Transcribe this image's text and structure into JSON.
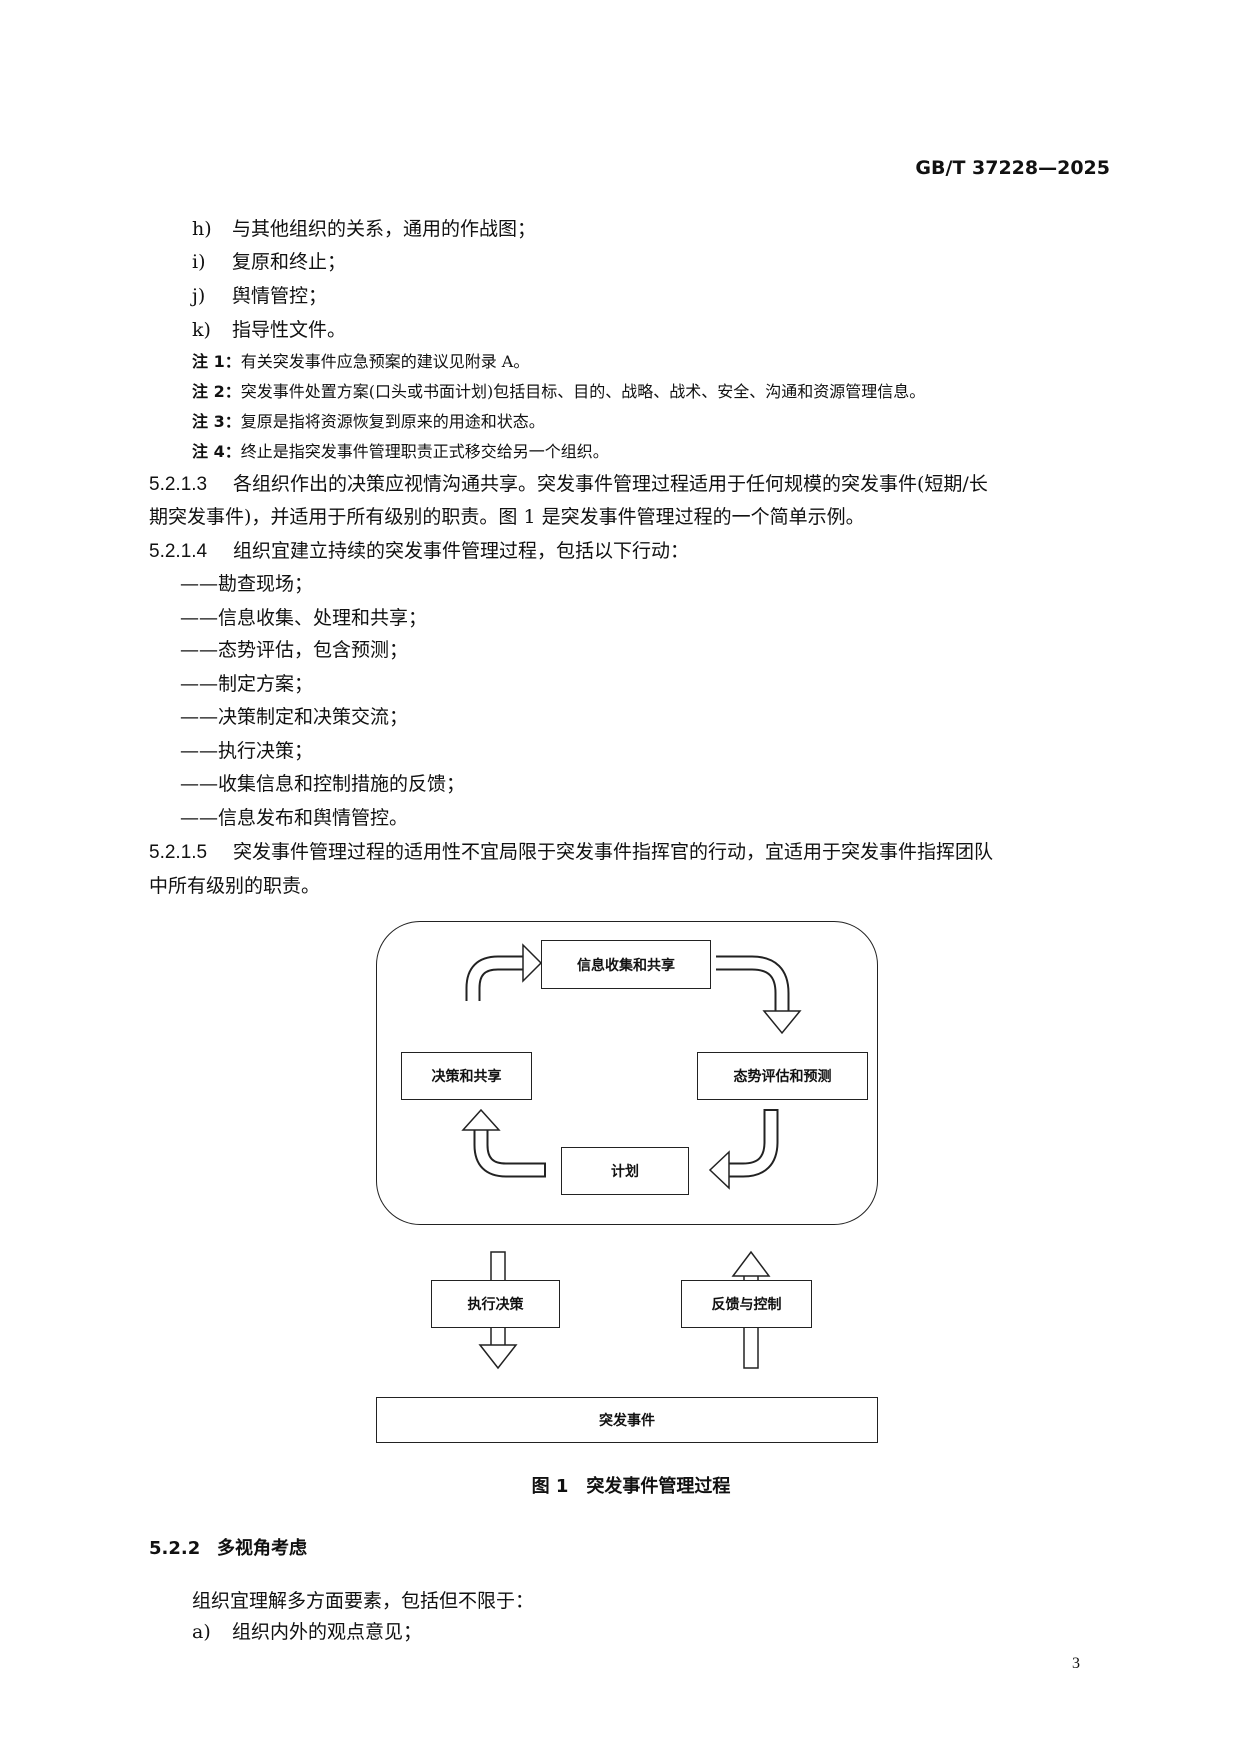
{
  "header": {
    "standard_number": "GB/T 37228—2025"
  },
  "list_items": [
    {
      "label": "h)",
      "text": "与其他组织的关系，通用的作战图；"
    },
    {
      "label": "i)",
      "text": "复原和终止；"
    },
    {
      "label": "j)",
      "text": "舆情管控；"
    },
    {
      "label": "k)",
      "text": "指导性文件。"
    }
  ],
  "notes": [
    {
      "label": "注 1：",
      "text": "有关突发事件应急预案的建议见附录 A。"
    },
    {
      "label": "注 2：",
      "text": "突发事件处置方案(口头或书面计划)包括目标、目的、战略、战术、安全、沟通和资源管理信息。"
    },
    {
      "label": "注 3：",
      "text": "复原是指将资源恢复到原来的用途和状态。"
    },
    {
      "label": "注 4：",
      "text": "终止是指突发事件管理职责正式移交给另一个组织。"
    }
  ],
  "clause_5213": {
    "number": "5.2.1.3",
    "line1": "各组织作出的决策应视情沟通共享。突发事件管理过程适用于任何规模的突发事件(短期/长",
    "line2": "期突发事件)，并适用于所有级别的职责。图 1 是突发事件管理过程的一个简单示例。"
  },
  "clause_5214": {
    "number": "5.2.1.4",
    "text": "组织宜建立持续的突发事件管理过程，包括以下行动：",
    "items": [
      "——勘查现场；",
      "——信息收集、处理和共享；",
      "——态势评估，包含预测；",
      "——制定方案；",
      "——决策制定和决策交流；",
      "——执行决策；",
      "——收集信息和控制措施的反馈；",
      "——信息发布和舆情管控。"
    ]
  },
  "clause_5215": {
    "number": "5.2.1.5",
    "line1": "突发事件管理过程的适用性不宜局限于突发事件指挥官的行动，宜适用于突发事件指挥团队",
    "line2": "中所有级别的职责。"
  },
  "figure": {
    "nodes": {
      "info": "信息收集和共享",
      "assess": "态势评估和预测",
      "plan": "计划",
      "decide": "决策和共享",
      "execute": "执行决策",
      "feedback": "反馈与控制",
      "incident": "突发事件"
    },
    "caption": "图 1　突发事件管理过程"
  },
  "clause_522": {
    "number": "5.2.2",
    "title": "多视角考虑",
    "intro": "组织宜理解多方面要素，包括但不限于：",
    "items": [
      {
        "label": "a)",
        "text": "组织内外的观点意见；"
      }
    ]
  },
  "page_number": "3"
}
